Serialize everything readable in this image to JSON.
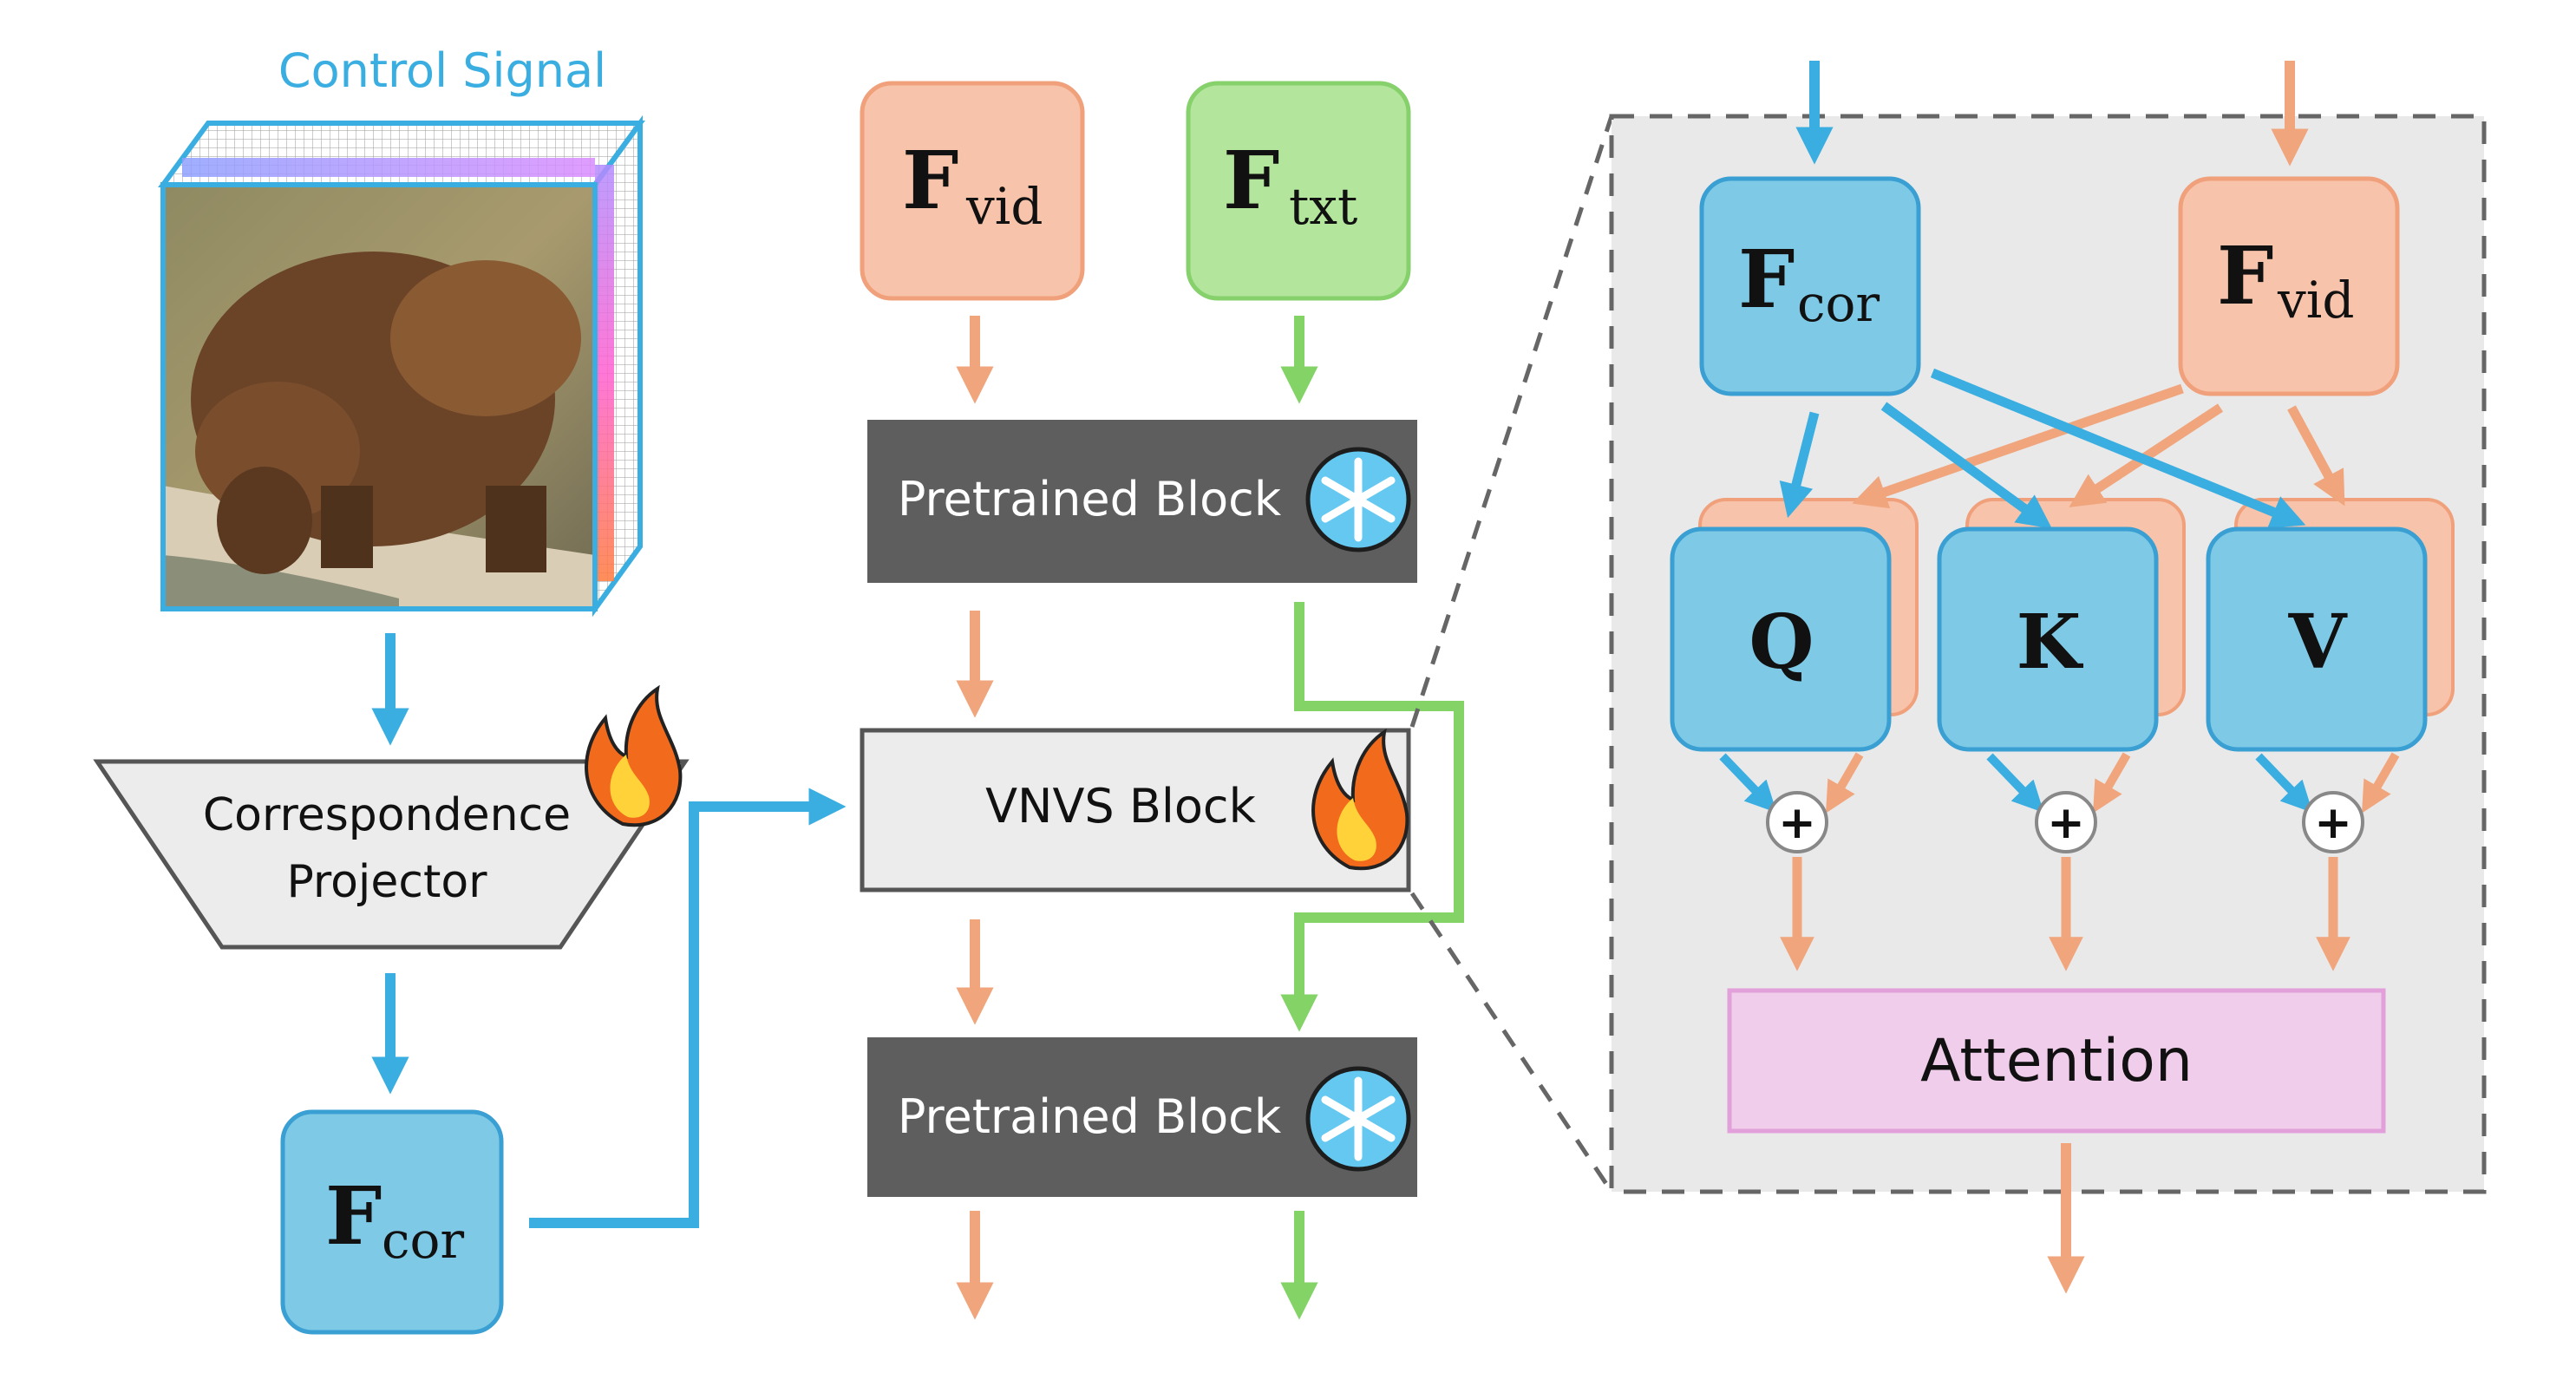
{
  "left": {
    "control_signal_label": "Control Signal",
    "projector_line1": "Correspondence",
    "projector_line2": "Projector",
    "fcor": {
      "main": "F",
      "sub": "cor"
    }
  },
  "middle": {
    "fvid": {
      "main": "F",
      "sub": "vid"
    },
    "ftxt": {
      "main": "F",
      "sub": "txt"
    },
    "pretrained_block_top": "Pretrained Block",
    "vnvs_block": "VNVS Block",
    "pretrained_block_bottom": "Pretrained Block"
  },
  "right": {
    "fcor": {
      "main": "F",
      "sub": "cor"
    },
    "fvid": {
      "main": "F",
      "sub": "vid"
    },
    "q": "Q",
    "k": "K",
    "v": "V",
    "plus": "+",
    "attention": "Attention"
  },
  "colors": {
    "blue_fill": "#7ecae6",
    "blue_stroke": "#3a9fd2",
    "blue_arrow": "#3aaee0",
    "orange_fill": "#f7c3aa",
    "orange_stroke": "#f0a07a",
    "orange_arrow": "#f0a57c",
    "green_fill": "#b3e59c",
    "green_stroke": "#86d16b",
    "green_arrow": "#84d367",
    "dark_block": "#5e5e5e",
    "light_block": "#ececec",
    "attention_fill": "#f0cdea",
    "attention_stroke": "#e2a0da",
    "panel_fill": "#e9e9e9",
    "control_signal_color": "#3aaee0"
  },
  "icons": [
    "snowflake-icon",
    "flame-icon"
  ]
}
